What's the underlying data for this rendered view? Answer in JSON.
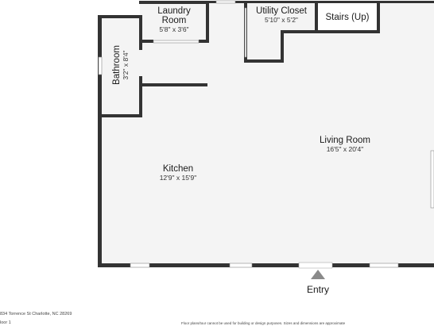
{
  "rooms": {
    "laundry": {
      "name_line1": "Laundry",
      "name_line2": "Room",
      "dim": "5'8\" x 3'6\""
    },
    "utility": {
      "name": "Utility Closet",
      "dim": "5'10\" x 5'2\""
    },
    "stairs": {
      "name": "Stairs (Up)"
    },
    "bathroom": {
      "name": "Bathroom",
      "dim": "3'2\" x 8'4\""
    },
    "living": {
      "name": "Living Room",
      "dim": "16'5\" x 20'4\""
    },
    "kitchen": {
      "name": "Kitchen",
      "dim": "12'9\" x 15'9\""
    }
  },
  "entry": {
    "label": "Entry"
  },
  "footer": {
    "address": "834 Torrence St Charlotte, NC 28269",
    "floor": "loor 1",
    "disclaimer": "Floor plans/tour cannot be used for building or design purposes. Sizes and dimensions are approximate"
  },
  "colors": {
    "wall": "#333333",
    "floor": "#f4f4f4",
    "window": "#dddddd",
    "arrow": "#8a8a8a"
  }
}
